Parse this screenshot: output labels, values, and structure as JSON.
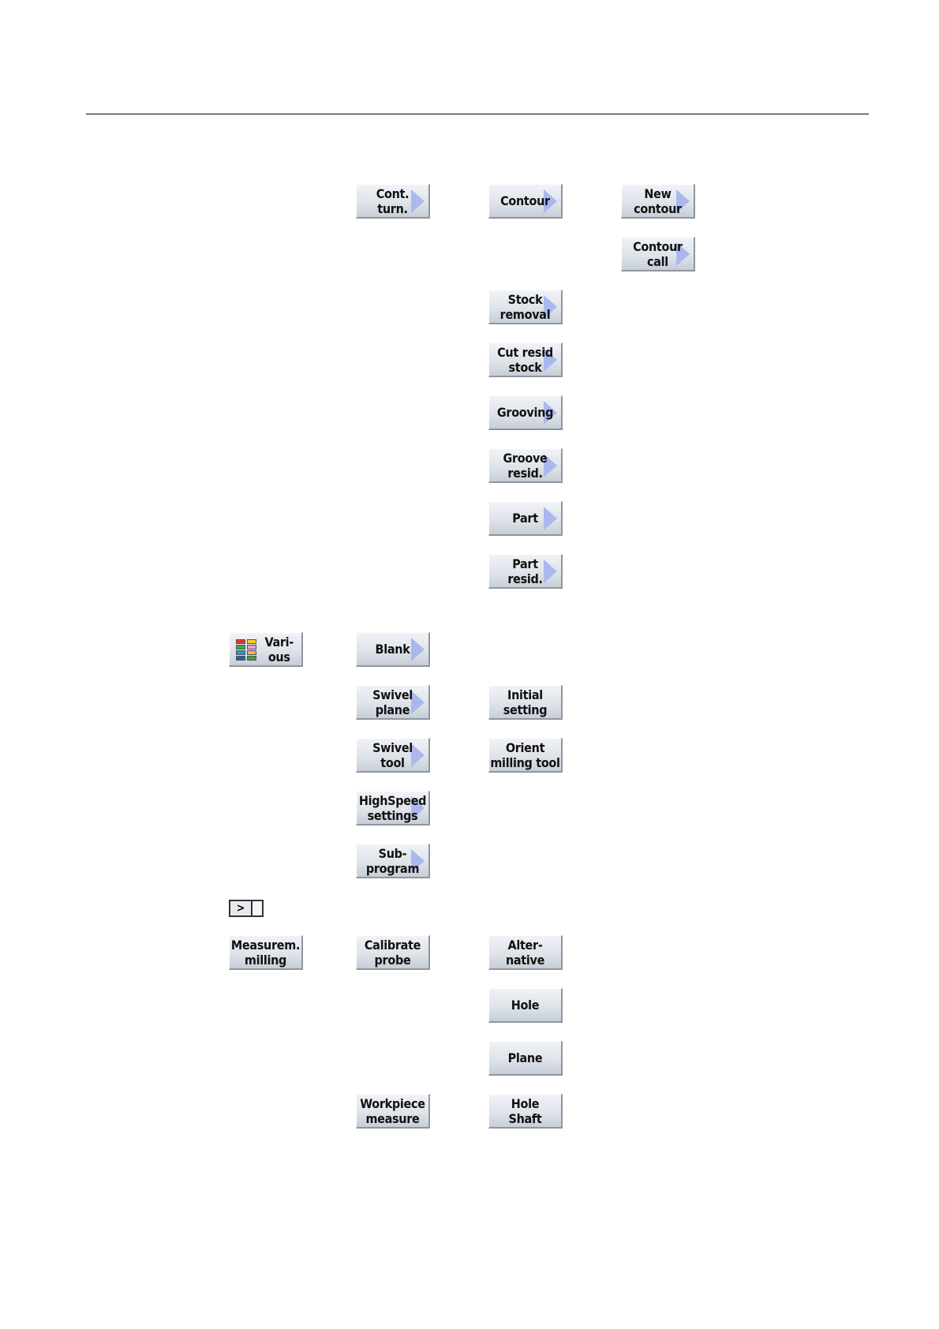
{
  "softkeys": [
    {
      "id": "cont-turn",
      "label": "Cont.\nturn.",
      "arrow": true
    },
    {
      "id": "contour",
      "label": "Contour",
      "arrow": true
    },
    {
      "id": "new-contour",
      "label": "New\ncontour",
      "arrow": true
    },
    {
      "id": "contour-call",
      "label": "Contour\ncall",
      "arrow": true
    },
    {
      "id": "stock-removal",
      "label": "Stock\nremoval",
      "arrow": true
    },
    {
      "id": "cut-resid-stock",
      "label": "Cut resid\nstock",
      "arrow": true
    },
    {
      "id": "grooving",
      "label": "Grooving",
      "arrow": true
    },
    {
      "id": "groove-resid",
      "label": "Groove\nresid.",
      "arrow": true
    },
    {
      "id": "part",
      "label": "Part",
      "arrow": true
    },
    {
      "id": "part-resid",
      "label": "Part\nresid.",
      "arrow": true
    },
    {
      "id": "various",
      "label": "Vari-\nous",
      "arrow": false,
      "icon": "grid-icon"
    },
    {
      "id": "blank",
      "label": "Blank",
      "arrow": true
    },
    {
      "id": "swivel-plane",
      "label": "Swivel\nplane",
      "arrow": true
    },
    {
      "id": "initial-setting",
      "label": "Initial\nsetting",
      "arrow": false
    },
    {
      "id": "swivel-tool",
      "label": "Swivel\ntool",
      "arrow": true
    },
    {
      "id": "orient-milling-tool",
      "label": "Orient\nmilling tool",
      "arrow": false
    },
    {
      "id": "highspeed-settings",
      "label": "HighSpeed\nsettings",
      "arrow": true
    },
    {
      "id": "sub-program",
      "label": "Sub-\nprogram",
      "arrow": true
    },
    {
      "id": "measurem-milling",
      "label": "Measurem.\nmilling",
      "arrow": false
    },
    {
      "id": "calibrate-probe",
      "label": "Calibrate\nprobe",
      "arrow": false
    },
    {
      "id": "alternative",
      "label": "Alter-\nnative",
      "arrow": false
    },
    {
      "id": "hole",
      "label": "Hole",
      "arrow": false
    },
    {
      "id": "plane",
      "label": "Plane",
      "arrow": false
    },
    {
      "id": "workpiece-measure",
      "label": "Workpiece\nmeasure",
      "arrow": false
    },
    {
      "id": "hole-shaft",
      "label": "Hole\nShaft",
      "arrow": false
    }
  ],
  "next_key": {
    "glyph": ">",
    "icon": "etc-arrow-icon"
  },
  "colors": {
    "arrow": "#aab8ee",
    "button_face": "#dfe4ea"
  },
  "various_icon_colors": [
    "#e8322c",
    "#f5d21a",
    "#2bb14a",
    "#e9a0d8",
    "#2b8fe0",
    "#f0b070",
    "#1f5fb8",
    "#3fa040"
  ]
}
